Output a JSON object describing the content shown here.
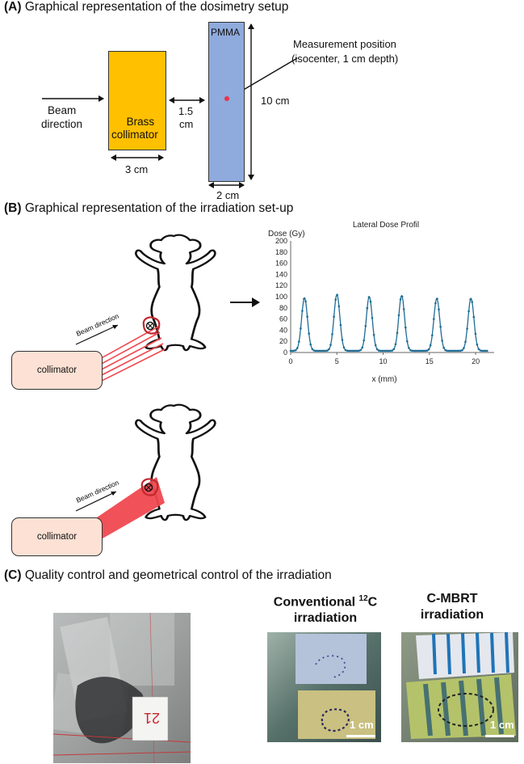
{
  "sectionA": {
    "label": "(A)",
    "title": "Graphical representation of the dosimetry setup",
    "beam_direction_line1": "Beam",
    "beam_direction_line2": "direction",
    "collimator_line1": "Brass",
    "collimator_line2": "collimator",
    "collimator_width": "3 cm",
    "gap_line1": "1.5",
    "gap_line2": "cm",
    "pmma_label": "PMMA",
    "pmma_width": "2 cm",
    "height": "10 cm",
    "measurement_line1": "Measurement position",
    "measurement_line2": "(isocenter, 1 cm depth)",
    "colors": {
      "collimator": "#ffc000",
      "pmma": "#8faadc",
      "point": "#e8344a"
    }
  },
  "sectionB": {
    "label": "(B)",
    "title": "Graphical representation of the irradiation set-up",
    "beam_direction": "Beam direction",
    "collimator": "collimator",
    "colors": {
      "beam": "#f0484f",
      "collimator_fill": "#fce1d4"
    }
  },
  "chart_data": {
    "type": "line",
    "title": "Lateral Dose Profil",
    "xlabel": "x (mm)",
    "ylabel": "Dose (Gy)",
    "xlim": [
      0,
      22
    ],
    "ylim": [
      0,
      200
    ],
    "x_ticks": [
      "0",
      "5",
      "10",
      "15",
      "20"
    ],
    "y_ticks": [
      "0",
      "20",
      "40",
      "60",
      "80",
      "100",
      "120",
      "140",
      "160",
      "180",
      "200"
    ],
    "peak_positions": [
      1.5,
      5.0,
      8.5,
      12.0,
      15.8,
      19.5
    ],
    "peak_values": [
      98,
      104,
      100,
      102,
      97,
      97
    ],
    "valley_value": 3,
    "color": "#1f6c95"
  },
  "sectionC": {
    "label": "(C)",
    "title": "Quality control and geometrical control of the irradiation",
    "conventional_line1_pre": "Conventional ",
    "conventional_sup": "12",
    "conventional_line1_post": "C",
    "conventional_line2": "irradiation",
    "cmbrt_line1": "C-MBRT",
    "cmbrt_line2": "irradiation",
    "scale_conventional": "1 cm",
    "scale_cmbrt": "1 cm",
    "card_text": "21"
  }
}
